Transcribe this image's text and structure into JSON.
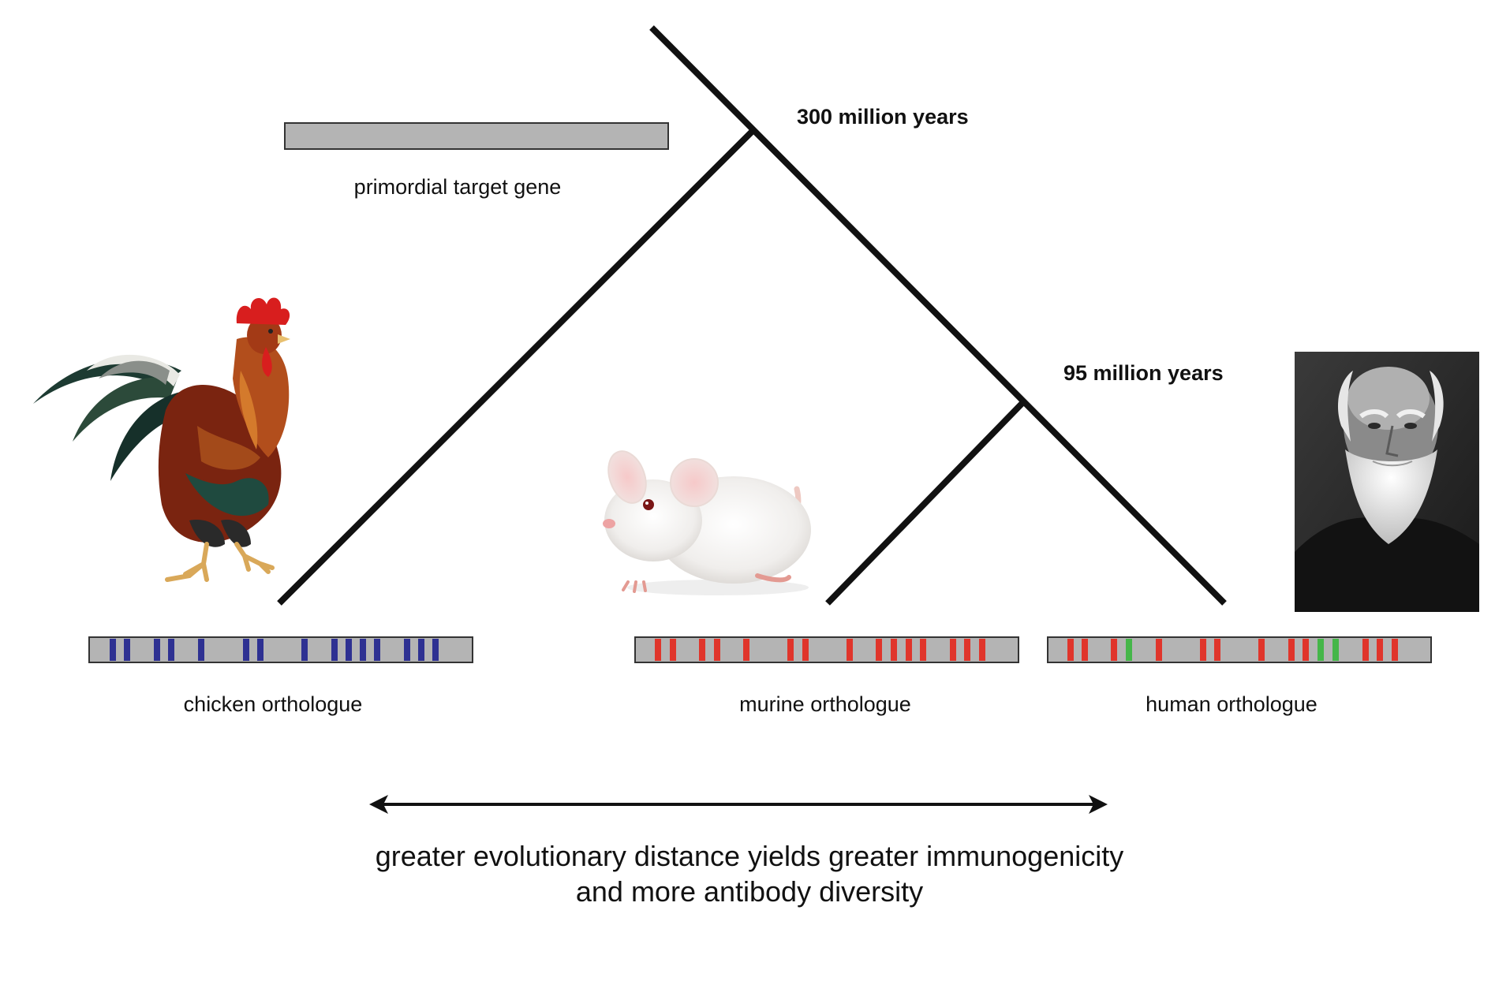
{
  "labels": {
    "age_root": "300 million years",
    "age_inner": "95 million years",
    "primordial": "primordial target gene",
    "chicken": "chicken orthologue",
    "murine": "murine orthologue",
    "human": "human orthologue",
    "caption_line1": "greater evolutionary distance yields greater immunogenicity",
    "caption_line2": "and more antibody diversity"
  },
  "colors": {
    "gene_bar": "#b4b4b4",
    "chicken_marks": "#2e3192",
    "murine_marks": "#e0352b",
    "human_marks": "#e0352b",
    "human_conserved_marks": "#45b649",
    "tree": "#111111"
  },
  "images": {
    "chicken": "rooster-illustration",
    "mouse": "white-mouse-illustration",
    "human": "bearded-man-portrait"
  }
}
